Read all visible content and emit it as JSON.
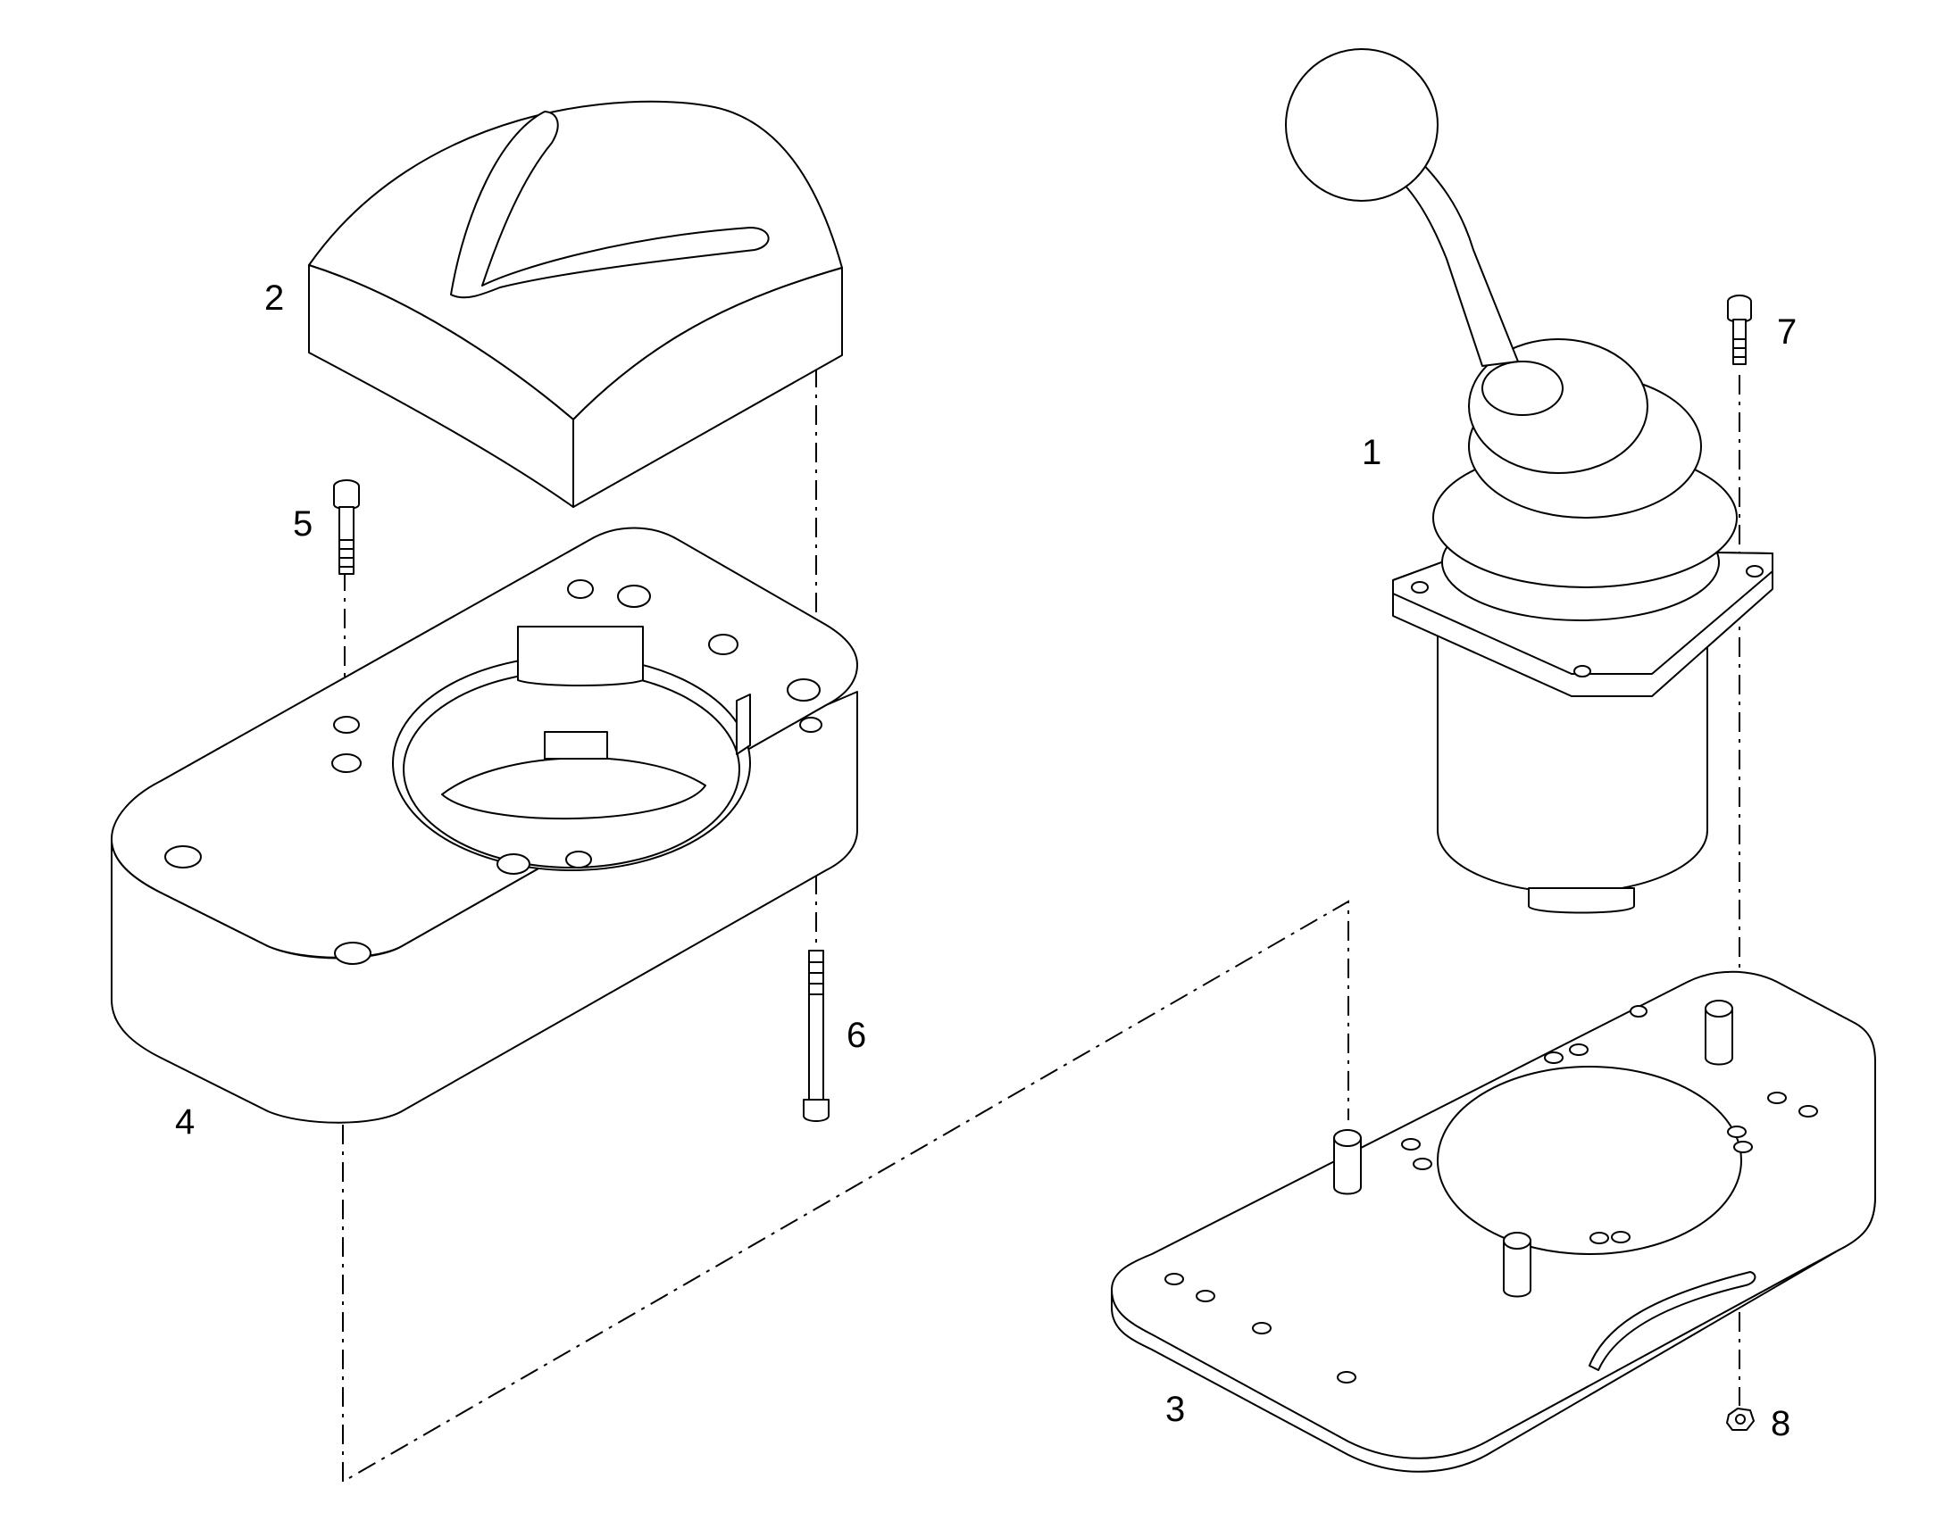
{
  "figure": {
    "callouts": [
      {
        "id": "1",
        "text": "1"
      },
      {
        "id": "2",
        "text": "2"
      },
      {
        "id": "3",
        "text": "3"
      },
      {
        "id": "4",
        "text": "4"
      },
      {
        "id": "5",
        "text": "5"
      },
      {
        "id": "6",
        "text": "6"
      },
      {
        "id": "7",
        "text": "7"
      },
      {
        "id": "8",
        "text": "8"
      }
    ],
    "line_color": "#000000",
    "background_color": "#ffffff"
  }
}
